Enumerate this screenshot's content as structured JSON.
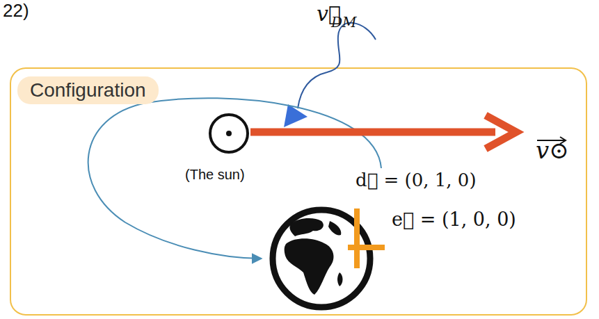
{
  "diagram": {
    "nodes": [
      {
        "text": [
          "Configuration"
        ]
      }
    ],
    "labels": [
      "22)",
      "v⃗",
      "DM",
      "(The sun)",
      "d⃗ = (0, 1, 0)",
      "e⃗ = (1, 0, 0)",
      "v⊙"
    ]
  }
}
